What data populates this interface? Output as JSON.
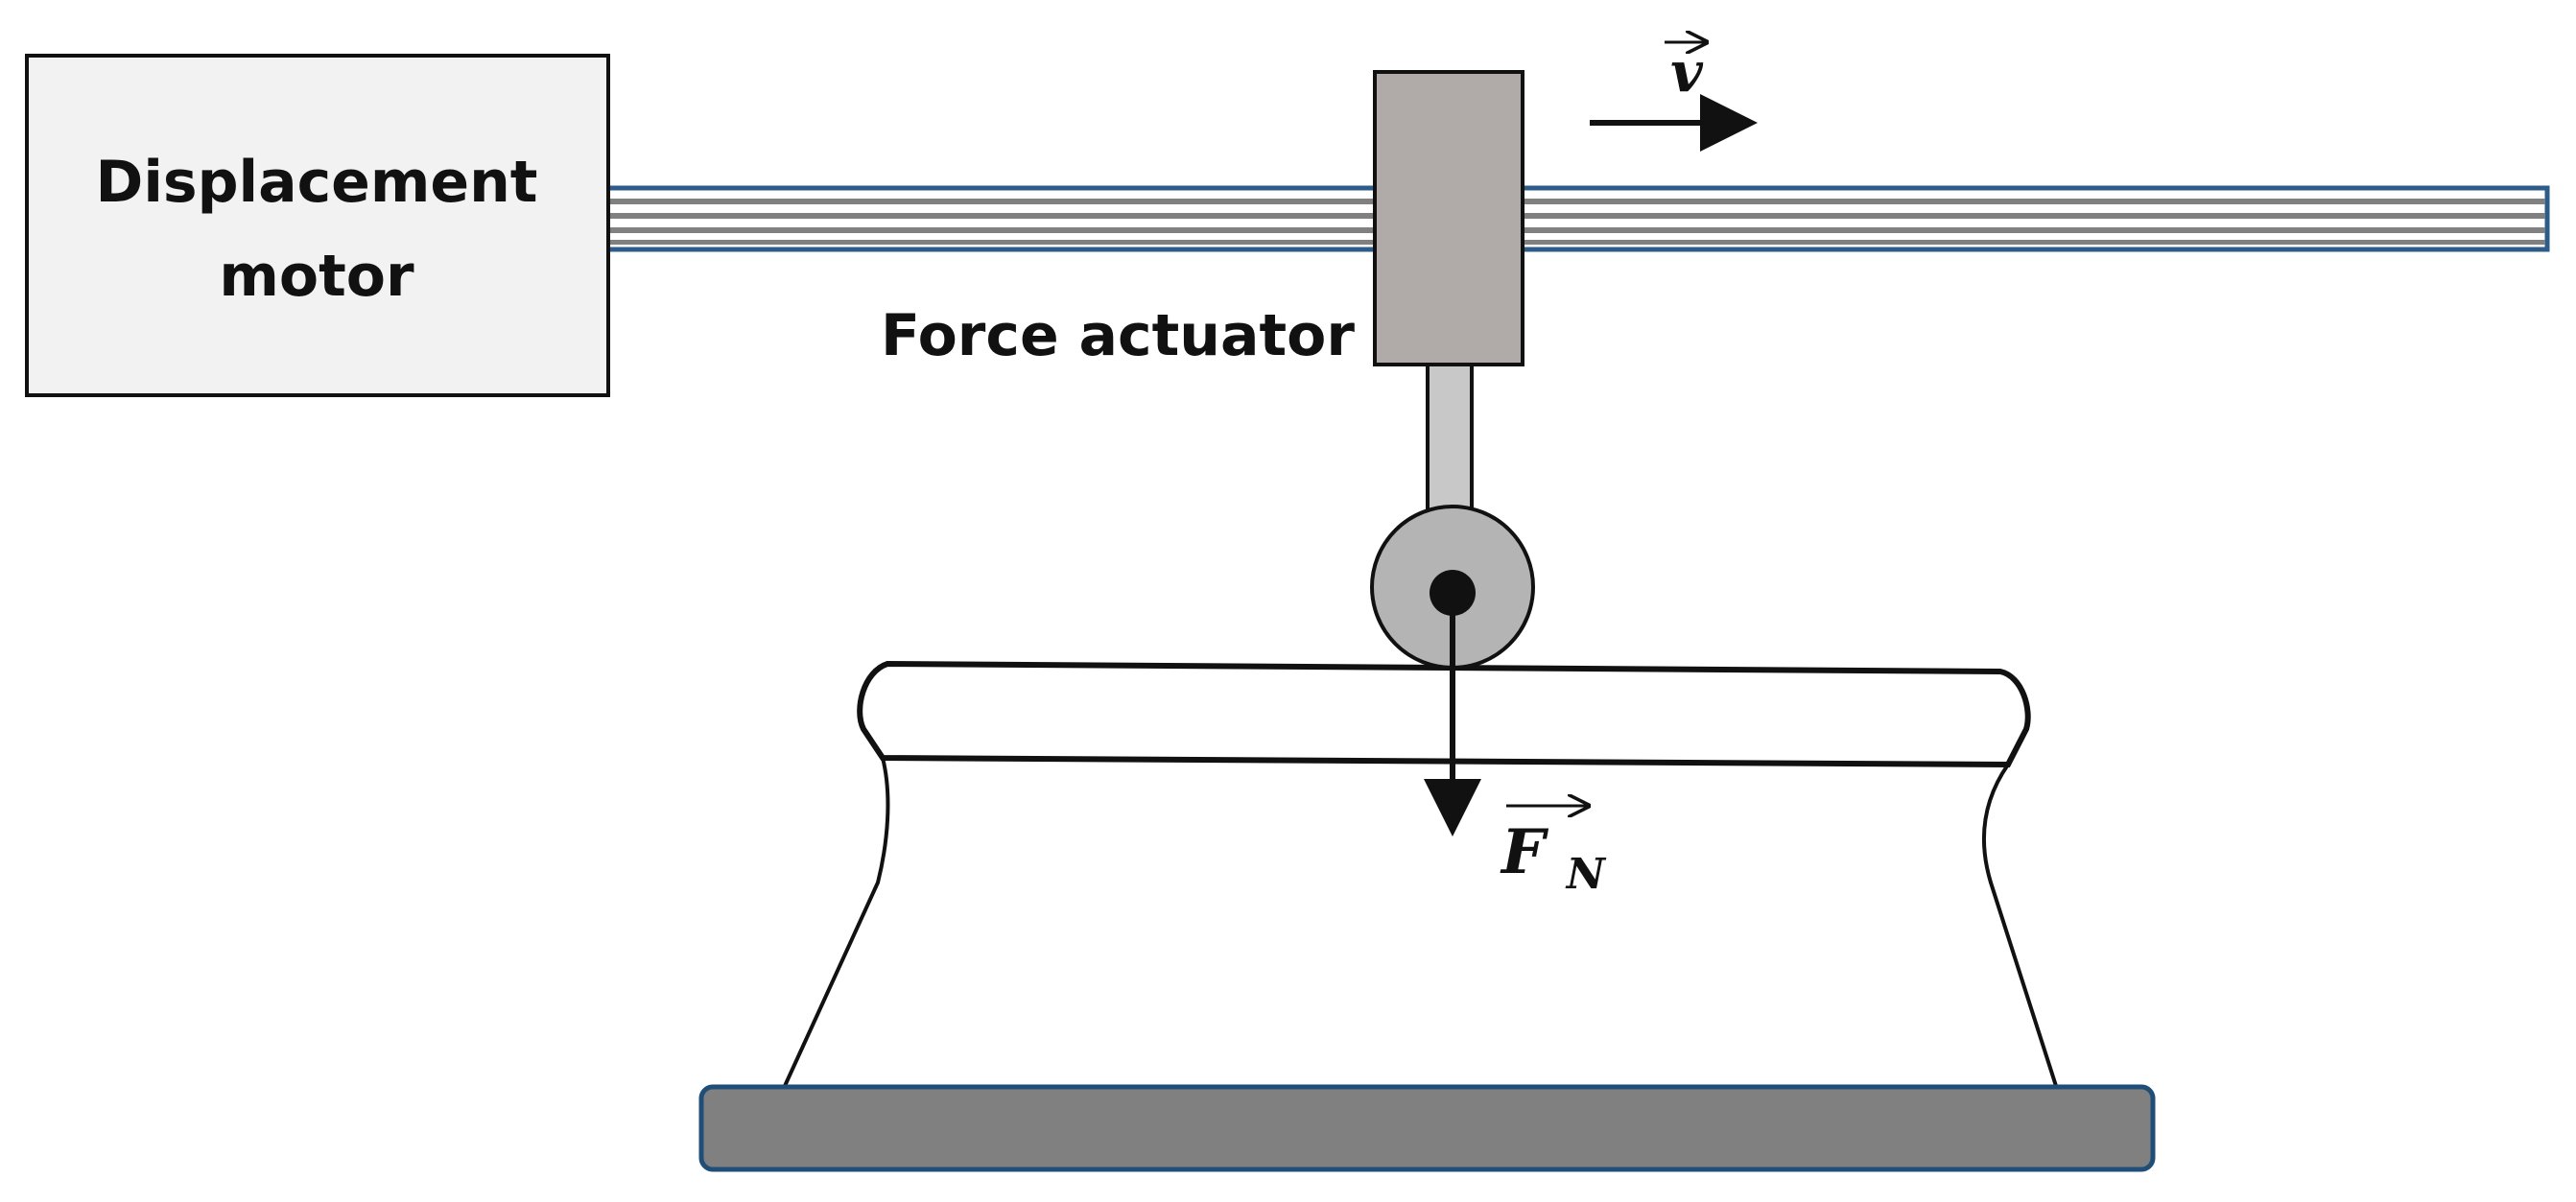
{
  "labels": {
    "motor_line1": "Displacement",
    "motor_line2": "motor",
    "actuator": "Force actuator",
    "velocity_symbol": "v",
    "force_symbol": "F",
    "force_subscript": "N"
  },
  "colors": {
    "background": "#ffffff",
    "motor_box_fill": "#f2f2f2",
    "rail_border": "#2e5c8a",
    "rail_stripe_dark": "#808080",
    "actuator_fill": "#b0aba8",
    "rod_fill": "#c8c8c8",
    "wheel_fill": "#b4b4b4",
    "base_plate_fill": "#808080",
    "base_plate_border": "#1f4e79",
    "outline": "#111111"
  }
}
